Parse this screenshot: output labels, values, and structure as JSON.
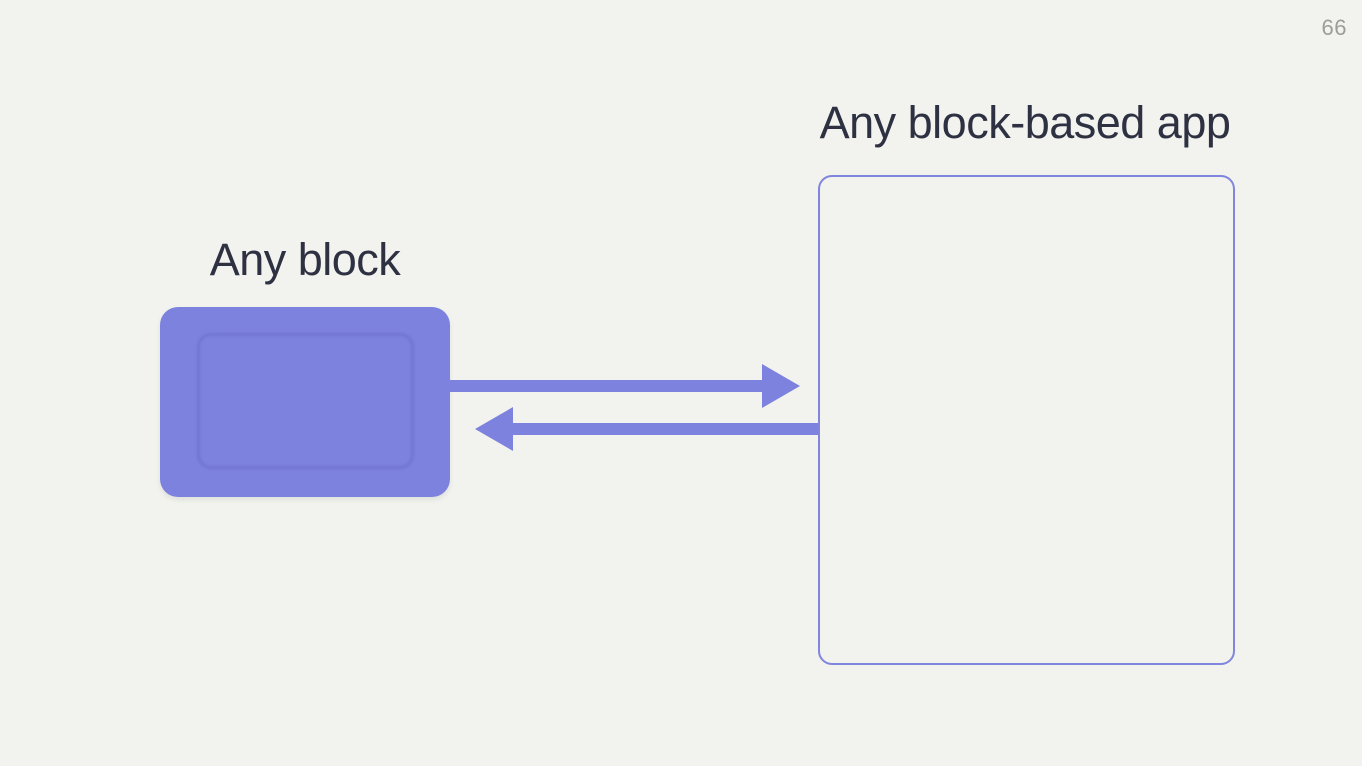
{
  "page": {
    "number": "66"
  },
  "colors": {
    "background": "#f2f3ee",
    "accent": "#7d82de",
    "accent_outline": "#8086dd",
    "heading_text": "#2e3142",
    "page_number_text": "#9c9c98"
  },
  "diagram": {
    "block_label": "Any block",
    "app_label": "Any block-based app",
    "arrows": [
      {
        "name": "block-to-app",
        "direction": "right"
      },
      {
        "name": "app-to-block",
        "direction": "left"
      }
    ]
  }
}
